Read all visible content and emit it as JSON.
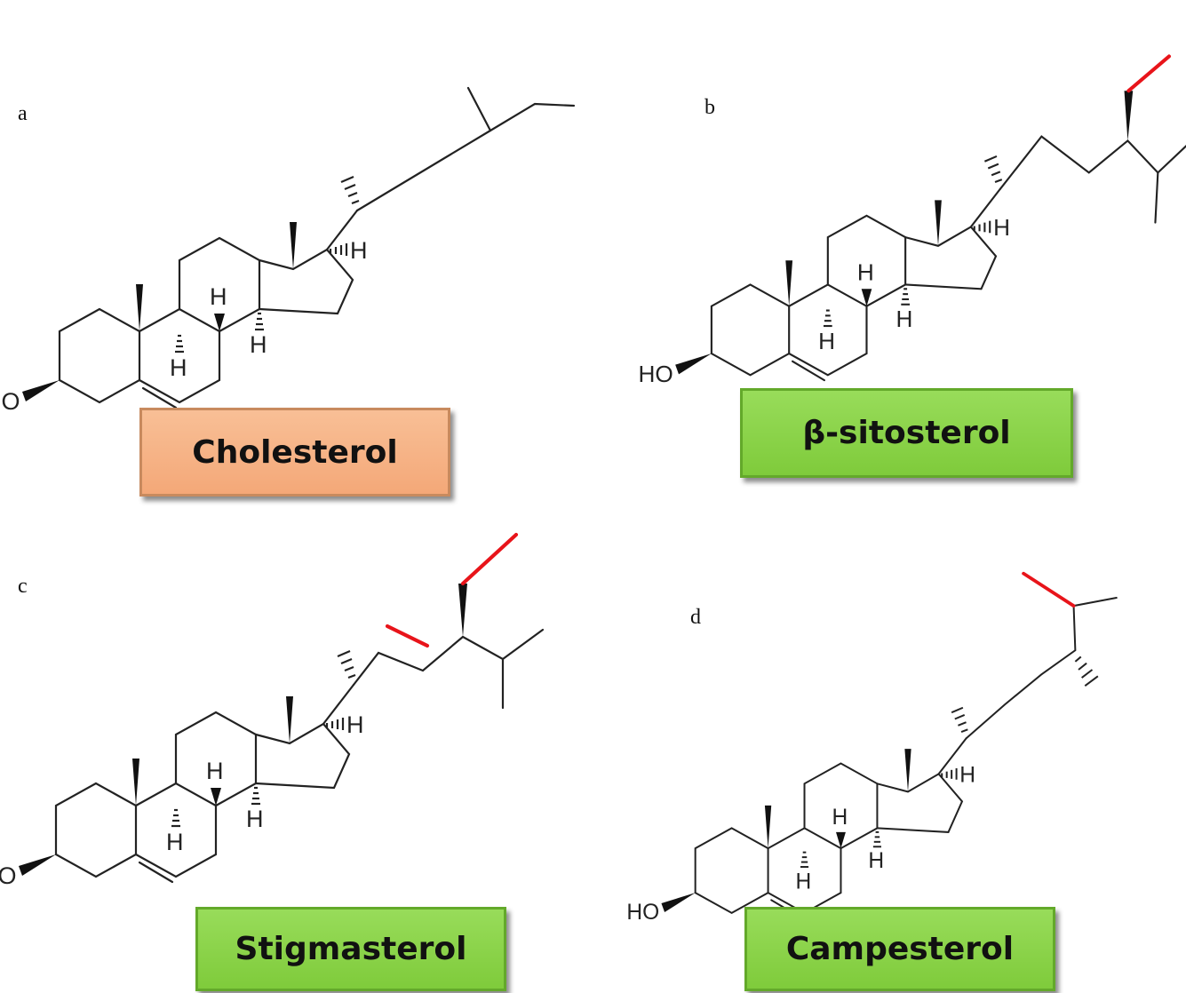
{
  "panels": [
    {
      "letter": "a",
      "name": "Cholesterol",
      "box_color": "#f4ab7c"
    },
    {
      "letter": "b",
      "name": "β-sitosterol",
      "box_color": "#8ed14a"
    },
    {
      "letter": "c",
      "name": "Stigmasterol",
      "box_color": "#8ed14a"
    },
    {
      "letter": "d",
      "name": "Campesterol",
      "box_color": "#8ed14a"
    }
  ],
  "atoms": {
    "ho": "HO",
    "h": "H"
  },
  "colors": {
    "highlight": "#e8141a",
    "bond": "#222222"
  }
}
